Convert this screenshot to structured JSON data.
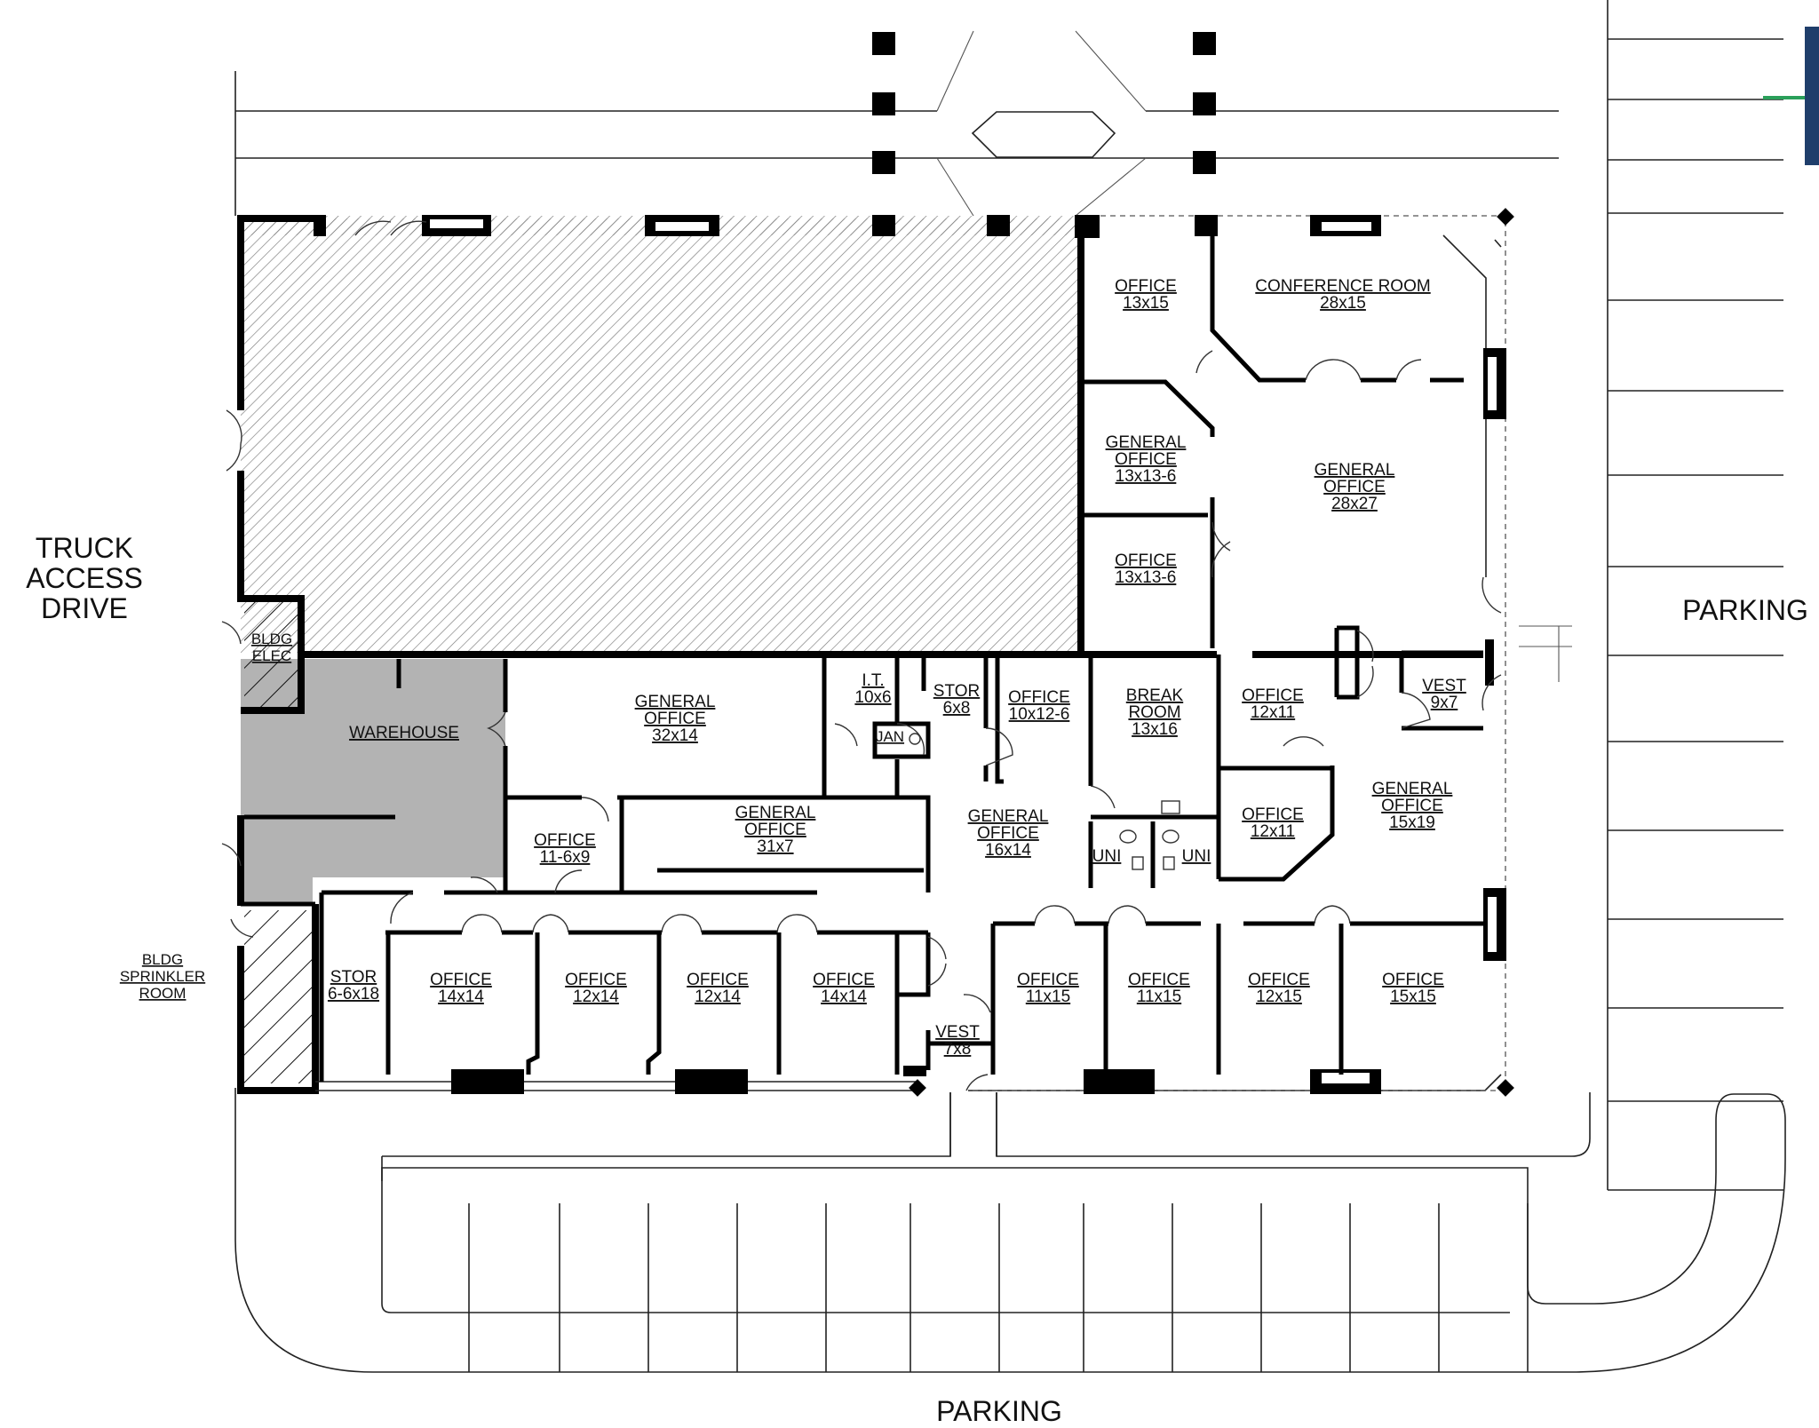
{
  "plan": {
    "rooms": [
      {
        "id": "office-1",
        "name": "OFFICE",
        "size": "13x15"
      },
      {
        "id": "conference",
        "name": "CONFERENCE ROOM",
        "size": "28x15"
      },
      {
        "id": "gen-office-a",
        "name": "GENERAL OFFICE",
        "size": "13x13-6"
      },
      {
        "id": "gen-office-b",
        "name": "GENERAL OFFICE",
        "size": "28x27"
      },
      {
        "id": "office-2",
        "name": "OFFICE",
        "size": "13x13-6"
      },
      {
        "id": "bldg-elec",
        "name": "BLDG ELEC",
        "size": ""
      },
      {
        "id": "warehouse",
        "name": "WAREHOUSE",
        "size": ""
      },
      {
        "id": "gen-office-c",
        "name": "GENERAL OFFICE",
        "size": "32x14"
      },
      {
        "id": "it",
        "name": "I.T.",
        "size": "10x6"
      },
      {
        "id": "stor-1",
        "name": "STOR",
        "size": "6x8"
      },
      {
        "id": "jan",
        "name": "JAN",
        "size": ""
      },
      {
        "id": "office-3",
        "name": "OFFICE",
        "size": "10x12-6"
      },
      {
        "id": "break-room",
        "name": "BREAK ROOM",
        "size": "13x16"
      },
      {
        "id": "office-4",
        "name": "OFFICE",
        "size": "12x11"
      },
      {
        "id": "vest-1",
        "name": "VEST",
        "size": "9x7"
      },
      {
        "id": "office-5",
        "name": "OFFICE",
        "size": "11-6x9"
      },
      {
        "id": "gen-office-d",
        "name": "GENERAL OFFICE",
        "size": "31x7"
      },
      {
        "id": "gen-office-e",
        "name": "GENERAL OFFICE",
        "size": "16x14"
      },
      {
        "id": "uni-1",
        "name": "UNI",
        "size": ""
      },
      {
        "id": "uni-2",
        "name": "UNI",
        "size": ""
      },
      {
        "id": "office-6",
        "name": "OFFICE",
        "size": "12x11"
      },
      {
        "id": "gen-office-f",
        "name": "GENERAL OFFICE",
        "size": "15x19"
      },
      {
        "id": "sprinkler",
        "name": "BLDG SPRINKLER ROOM",
        "size": ""
      },
      {
        "id": "stor-2",
        "name": "STOR",
        "size": "6-6x18"
      },
      {
        "id": "office-7",
        "name": "OFFICE",
        "size": "14x14"
      },
      {
        "id": "office-8",
        "name": "OFFICE",
        "size": "12x14"
      },
      {
        "id": "office-9",
        "name": "OFFICE",
        "size": "12x14"
      },
      {
        "id": "office-10",
        "name": "OFFICE",
        "size": "14x14"
      },
      {
        "id": "vest-2",
        "name": "VEST",
        "size": "7x8"
      },
      {
        "id": "office-11",
        "name": "OFFICE",
        "size": "11x15"
      },
      {
        "id": "office-12",
        "name": "OFFICE",
        "size": "11x15"
      },
      {
        "id": "office-13",
        "name": "OFFICE",
        "size": "12x15"
      },
      {
        "id": "office-14",
        "name": "OFFICE",
        "size": "15x15"
      }
    ],
    "site_labels": {
      "truck_access": [
        "TRUCK",
        "ACCESS",
        "DRIVE"
      ],
      "parking_east": "PARKING",
      "parking_south": "PARKING"
    },
    "colors": {
      "warehouse_fill": "#b3b3b3",
      "accent_mark": "#1f3e6b",
      "accent_line": "#2aa05a"
    }
  }
}
